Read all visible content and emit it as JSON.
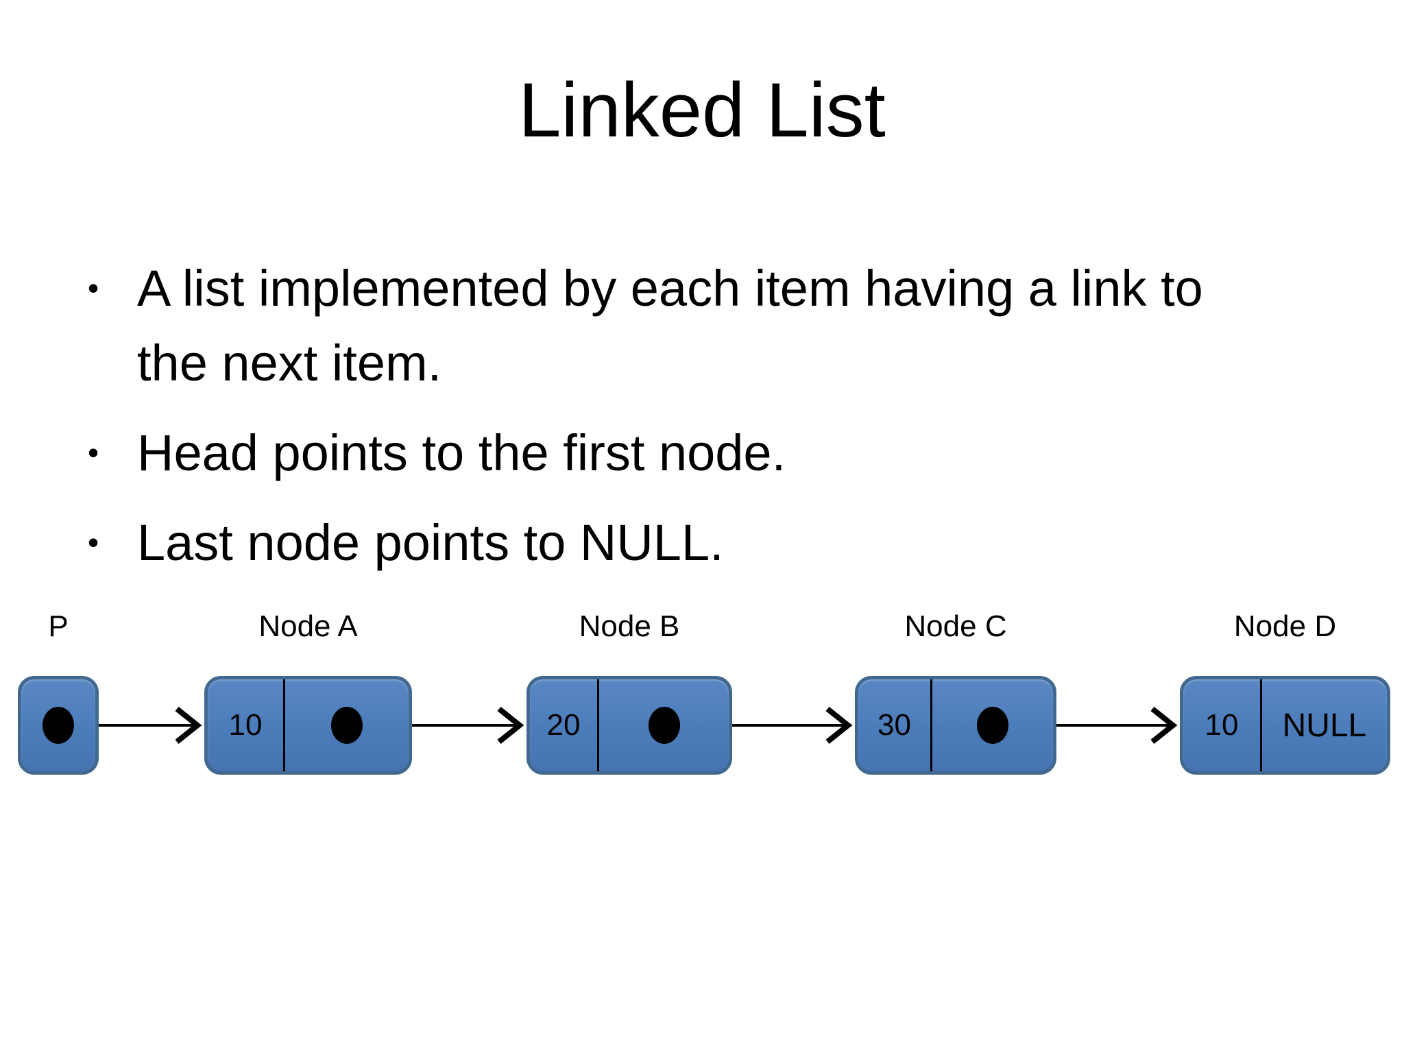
{
  "slide": {
    "title": "Linked List",
    "bullet_glyph": "•",
    "bullets": [
      "A list implemented by each item having a link to the next item.",
      "Head points to the first node.",
      "Last node points to NULL."
    ]
  },
  "diagram": {
    "pointer": {
      "label": "P"
    },
    "nodes": [
      {
        "label": "Node A",
        "value": "10",
        "next": "pointer-to-next"
      },
      {
        "label": "Node B",
        "value": "20",
        "next": "pointer-to-next"
      },
      {
        "label": "Node C",
        "value": "30",
        "next": "pointer-to-next"
      },
      {
        "label": "Node D",
        "value": "10",
        "next": "NULL"
      }
    ],
    "null_text": "NULL",
    "colors": {
      "node_fill": "#4b7cba",
      "node_fill_light": "#5b87c4",
      "node_fill_dark": "#4674b2",
      "node_border": "#41698f",
      "arrow": "#000000",
      "text": "#000000",
      "background": "#ffffff"
    }
  }
}
